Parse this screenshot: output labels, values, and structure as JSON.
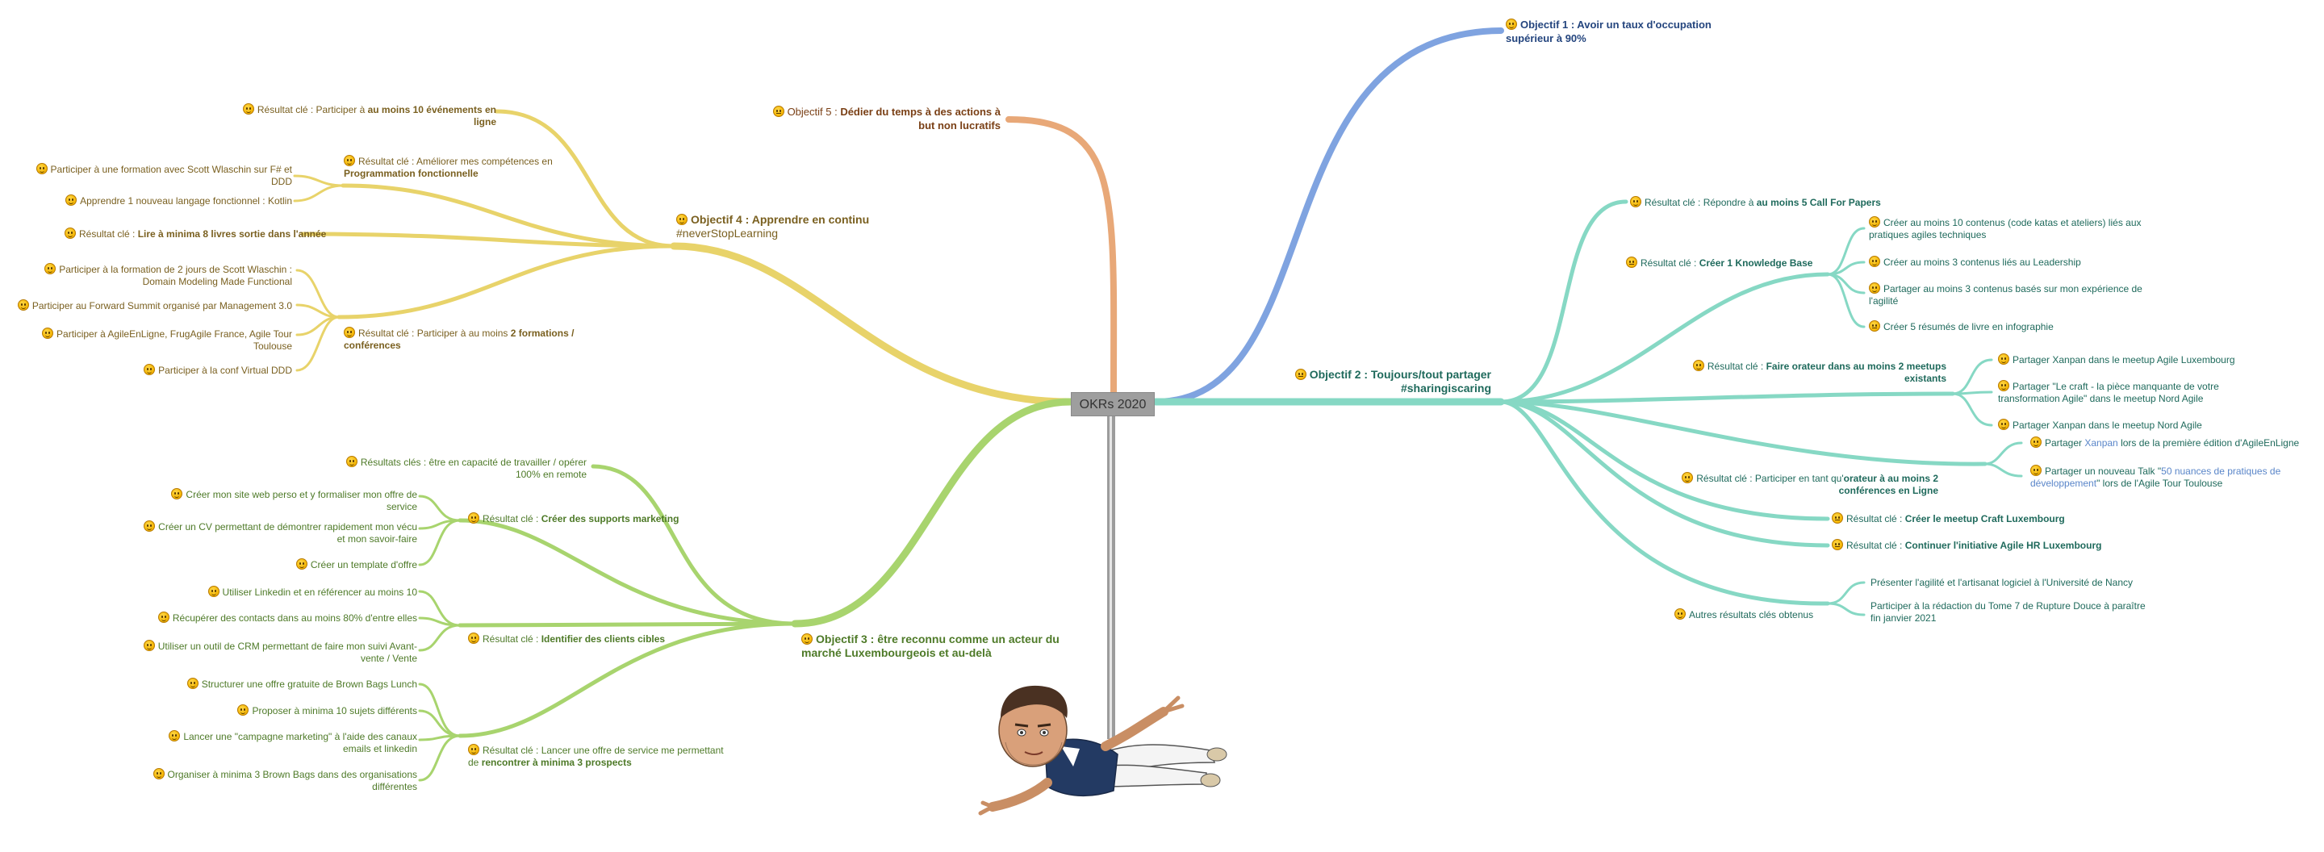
{
  "center": "OKRs 2020",
  "objectives": {
    "o1": {
      "title": "Objectif 1 : Avoir un taux d'occupation",
      "title2": "supérieur à 90%"
    },
    "o2": {
      "title": "Objectif 2 : Toujours/tout partager",
      "tag": "#sharingiscaring"
    },
    "o3": {
      "title": "Objectif 3 : être reconnu comme un acteur du",
      "title2": "marché Luxembourgeois et au-delà"
    },
    "o4": {
      "title": "Objectif 4 : Apprendre en continu",
      "tag": "#neverStopLearning"
    },
    "o5": {
      "title": "Dédier du temps à des actions à",
      "prefix": "Objectif 5 : ",
      "title2": "but non lucratifs"
    }
  },
  "o4": {
    "kr1": {
      "a": "Résultat clé : Participer à ",
      "b": "au moins 10 événements en",
      "c": "ligne"
    },
    "kr2": {
      "a": "Résultat clé : Améliorer mes compétences en",
      "b": "Programmation fonctionnelle"
    },
    "kr2_items": [
      "Participer à une formation avec Scott Wlaschin sur F# et",
      "DDD",
      "Apprendre 1 nouveau langage fonctionnel : Kotlin"
    ],
    "kr3": {
      "a": "Résultat clé : ",
      "b": "Lire à minima 8 livres sortie dans l'année"
    },
    "kr4": {
      "a": "Résultat clé : Participer à au moins 2 ",
      "b": "2 formations /",
      "c": "conférences"
    },
    "kr4_items": [
      "Participer à la formation de 2 jours de Scott Wlaschin :",
      "Domain Modeling Made Functional",
      "Participer au Forward Summit organisé par Management 3.0",
      "Participer à AgileEnLigne, FrugAgile France, Agile Tour",
      "Toulouse",
      "Participer à la conf Virtual DDD"
    ]
  },
  "o3": {
    "kr1": {
      "a": "Résultats clés : être en capacité de travailler / opérer",
      "b": "100% en remote"
    },
    "kr2": {
      "a": "Résultat clé : ",
      "b": "Créer des supports marketing"
    },
    "kr2_items": [
      "Créer mon site web perso et y formaliser mon offre de",
      "service",
      "Créer un CV permettant de démontrer rapidement mon vécu",
      "et mon savoir-faire",
      "Créer un template d'offre"
    ],
    "kr3": {
      "a": "Résultat clé : ",
      "b": "Identifier des clients cibles"
    },
    "kr3_items": [
      "Utiliser Linkedin et en référencer au moins 10",
      "Récupérer des contacts dans au moins 80% d'entre elles",
      "Utiliser un outil de CRM permettant de faire mon suivi Avant-",
      "vente / Vente"
    ],
    "kr4": {
      "a": "Résultat clé : Lancer une offre de service me permettant",
      "b": "de ",
      "c": "rencontrer à minima 3 prospects"
    },
    "kr4_items": [
      "Structurer une offre gratuite de Brown Bags Lunch",
      "Proposer à minima 10 sujets différents",
      "Lancer une \"campagne marketing\" à l'aide des canaux",
      "emails et linkedin",
      "Organiser à minima 3 Brown Bags dans des organisations",
      "différentes"
    ]
  },
  "o2": {
    "kr1": {
      "a": "Résultat clé : Répondre à ",
      "b": "au moins 5 Call For Papers"
    },
    "kr2": {
      "a": "Résultat clé : ",
      "b": "Créer 1 Knowledge Base"
    },
    "kr2_items": [
      "Créer au moins 10 contenus (code katas et ateliers) liés aux",
      "pratiques agiles techniques",
      "Créer au moins 3 contenus liés au Leadership",
      "Partager au moins 3 contenus basés sur mon expérience de",
      "l'agilité",
      "Créer 5 résumés de livre en infographie"
    ],
    "kr3": {
      "a": "Résultat clé : ",
      "b": "Faire orateur dans au moins 2 meetups",
      "c": "existants"
    },
    "kr3_items": [
      "Partager Xanpan dans le meetup Agile Luxembourg",
      "Partager \"Le craft - la pièce manquante de votre",
      "transformation Agile\" dans le meetup Nord Agile",
      "Partager Xanpan dans le meetup Nord Agile"
    ],
    "kr4": {
      "a": "Résultat clé : Participer en tant qu'",
      "b": "orateur à au moins 2",
      "c": "conférences en Ligne"
    },
    "kr4_items": {
      "i1a": "Partager ",
      "i1b": "Xanpan",
      "i1c": " lors de la première édition d'AgileEnLigne",
      "i2a": "Partager un nouveau Talk \"",
      "i2b": "50 nuances de pratiques de",
      "i2c": "développement",
      "i2d": "\" lors de l'Agile Tour Toulouse"
    },
    "kr5": {
      "a": "Résultat clé : ",
      "b": "Créer le meetup Craft Luxembourg"
    },
    "kr6": {
      "a": "Résultat clé : ",
      "b": "Continuer l'initiative Agile HR Luxembourg"
    },
    "kr7": "Autres résultats clés obtenus",
    "kr7_items": [
      "Présenter l'agilité et l'artisanat logiciel à l'Université de Nancy",
      "Participer à la rédaction du Tome 7 de Rupture Douce à paraître",
      "fin janvier 2021"
    ]
  },
  "colors": {
    "yellow": "#e8d36a",
    "green": "#a8d46e",
    "teal": "#86d8c4",
    "blue": "#7fa3e0",
    "orange": "#e8a878"
  },
  "icons": [
    "smiley-icon",
    "neutral-face-icon",
    "avatar-illustration"
  ]
}
